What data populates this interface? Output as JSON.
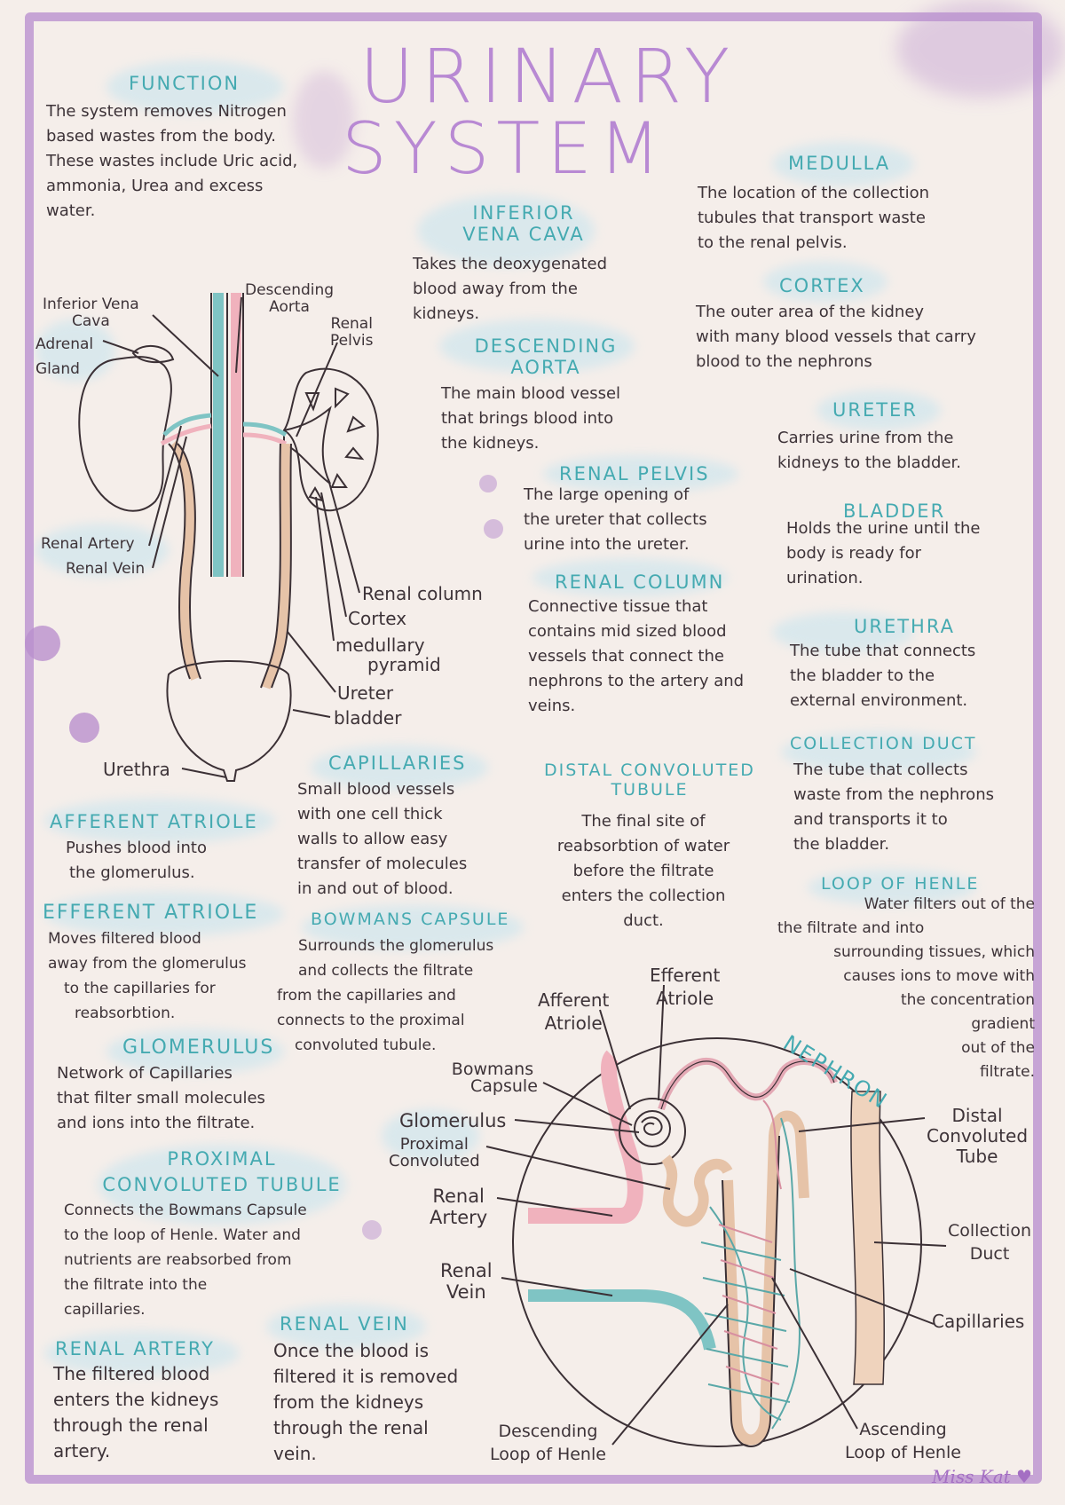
{
  "title": {
    "line1": "URINARY",
    "line2": "SYSTEM"
  },
  "colors": {
    "accent_heading": "#45aab1",
    "title": "#b889d3",
    "frame": "#b98fce",
    "wash": "#c4e4ef",
    "kidney": "#eab7b2",
    "ureter": "#e6c3a8",
    "vein": "#7fc4c4",
    "artery": "#f0b2bd"
  },
  "sections": {
    "function": {
      "heading": "FUNCTION",
      "text": [
        "The system removes Nitrogen",
        "based wastes from the body.",
        "These wastes include Uric acid,",
        "ammonia, Urea and excess",
        "water."
      ]
    },
    "inferior_vena_cava": {
      "heading": [
        "INFERIOR",
        "VENA CAVA"
      ],
      "text": [
        "Takes the deoxygenated",
        "blood away from the",
        "kidneys."
      ]
    },
    "descending_aorta": {
      "heading": [
        "DESCENDING",
        "AORTA"
      ],
      "text": [
        "The main blood vessel",
        "that brings blood into",
        "the kidneys."
      ]
    },
    "renal_pelvis": {
      "heading": "RENAL PELVIS",
      "text": [
        "The large opening of",
        "the ureter that collects",
        "urine into the ureter."
      ]
    },
    "renal_column": {
      "heading": "RENAL COLUMN",
      "text": [
        "Connective tissue that",
        "contains mid sized blood",
        "vessels that connect the",
        "nephrons to the artery and",
        "veins."
      ]
    },
    "medulla": {
      "heading": "MEDULLA",
      "text": [
        "The location of the collection",
        "tubules that transport waste",
        "to the renal pelvis."
      ]
    },
    "cortex": {
      "heading": "CORTEX",
      "text": [
        "The outer area of the kidney",
        "with many blood vessels that carry",
        "blood to the nephrons"
      ]
    },
    "ureter": {
      "heading": "URETER",
      "text": [
        "Carries urine from the",
        "kidneys to the bladder."
      ]
    },
    "bladder": {
      "heading": "BLADDER",
      "text": [
        "Holds the urine until the",
        "body is ready for",
        "urination."
      ]
    },
    "urethra": {
      "heading": "URETHRA",
      "text": [
        "The tube that connects",
        "the bladder to the",
        "external environment."
      ]
    },
    "collection_duct": {
      "heading": "COLLECTION DUCT",
      "text": [
        "The tube that collects",
        "waste from the nephrons",
        "and transports it to",
        "the bladder."
      ]
    },
    "loop_of_henle": {
      "heading": "LOOP OF HENLE",
      "text": [
        "Water filters out of the",
        "the filtrate and into",
        "surrounding tissues, which",
        "causes ions to move with",
        "the concentration",
        "gradient",
        "out of the",
        "filtrate."
      ]
    },
    "capillaries": {
      "heading": "CAPILLARIES",
      "text": [
        "Small blood vessels",
        "with one cell thick",
        "walls to allow easy",
        "transfer of molecules",
        "in and out of blood."
      ]
    },
    "distal_convoluted_tubule": {
      "heading": [
        "DISTAL CONVOLUTED",
        "TUBULE"
      ],
      "text": [
        "The final site of",
        "reabsorbtion of water",
        "before the filtrate",
        "enters the collection",
        "duct."
      ]
    },
    "afferent_atriole": {
      "heading": "AFFERENT ATRIOLE",
      "text": [
        "Pushes blood into",
        "the glomerulus."
      ]
    },
    "efferent_atriole": {
      "heading": "EFFERENT ATRIOLE",
      "text": [
        "Moves filtered blood",
        "away from the glomerulus",
        "to the capillaries for",
        "reabsorbtion."
      ]
    },
    "bowmans_capsule": {
      "heading": "BOWMANS CAPSULE",
      "text": [
        "Surrounds the glomerulus",
        "and collects the filtrate",
        "from the capillaries and",
        "connects to the proximal",
        "convoluted tubule."
      ]
    },
    "glomerulus": {
      "heading": "GLOMERULUS",
      "text": [
        "Network of Capillaries",
        "that filter small molecules",
        "and ions into the filtrate."
      ]
    },
    "proximal_convoluted_tubule": {
      "heading": [
        "PROXIMAL",
        "CONVOLUTED TUBULE"
      ],
      "text": [
        "Connects the Bowmans Capsule",
        "to the loop of Henle. Water and",
        "nutrients are reabsorbed from",
        "the filtrate into the",
        "capillaries."
      ]
    },
    "renal_artery": {
      "heading": "RENAL ARTERY",
      "text": [
        "The filtered blood",
        "enters the kidneys",
        "through the renal",
        "artery."
      ]
    },
    "renal_vein": {
      "heading": "RENAL VEIN",
      "text": [
        "Once the blood is",
        "filtered it is removed",
        "from the kidneys",
        "through the renal",
        "vein."
      ]
    }
  },
  "kidney_labels": {
    "inferior_vena_cava": [
      "Inferior Vena",
      "Cava"
    ],
    "descending_aorta": [
      "Descending",
      "Aorta"
    ],
    "renal_pelvis": [
      "Renal",
      "Pelvis"
    ],
    "adrenal_gland": [
      "Adrenal",
      "Gland"
    ],
    "renal_artery": "Renal Artery",
    "renal_vein": "Renal Vein",
    "renal_column": "Renal column",
    "cortex": "Cortex",
    "medullary_pyramid": [
      "medullary",
      "pyramid"
    ],
    "ureter": "Ureter",
    "bladder": "bladder",
    "urethra": "Urethra"
  },
  "nephron": {
    "title": "NEPHRON",
    "labels": {
      "afferent_atriole": [
        "Afferent",
        "Atriole"
      ],
      "efferent_atriole": [
        "Efferent",
        "Atriole"
      ],
      "bowmans_capsule": [
        "Bowmans",
        "Capsule"
      ],
      "glomerulus": "Glomerulus",
      "proximal_convoluted": [
        "Proximal",
        "Convoluted"
      ],
      "renal_artery": [
        "Renal",
        "Artery"
      ],
      "renal_vein": [
        "Renal",
        "Vein"
      ],
      "distal_convoluted_tube": [
        "Distal",
        "Convoluted",
        "Tube"
      ],
      "collection_duct": [
        "Collection",
        "Duct"
      ],
      "capillaries": "Capillaries",
      "descending_loop": [
        "Descending",
        "Loop of Henle"
      ],
      "ascending_loop": [
        "Ascending",
        "Loop of Henle"
      ]
    }
  },
  "signature": "Miss Kat ♥"
}
